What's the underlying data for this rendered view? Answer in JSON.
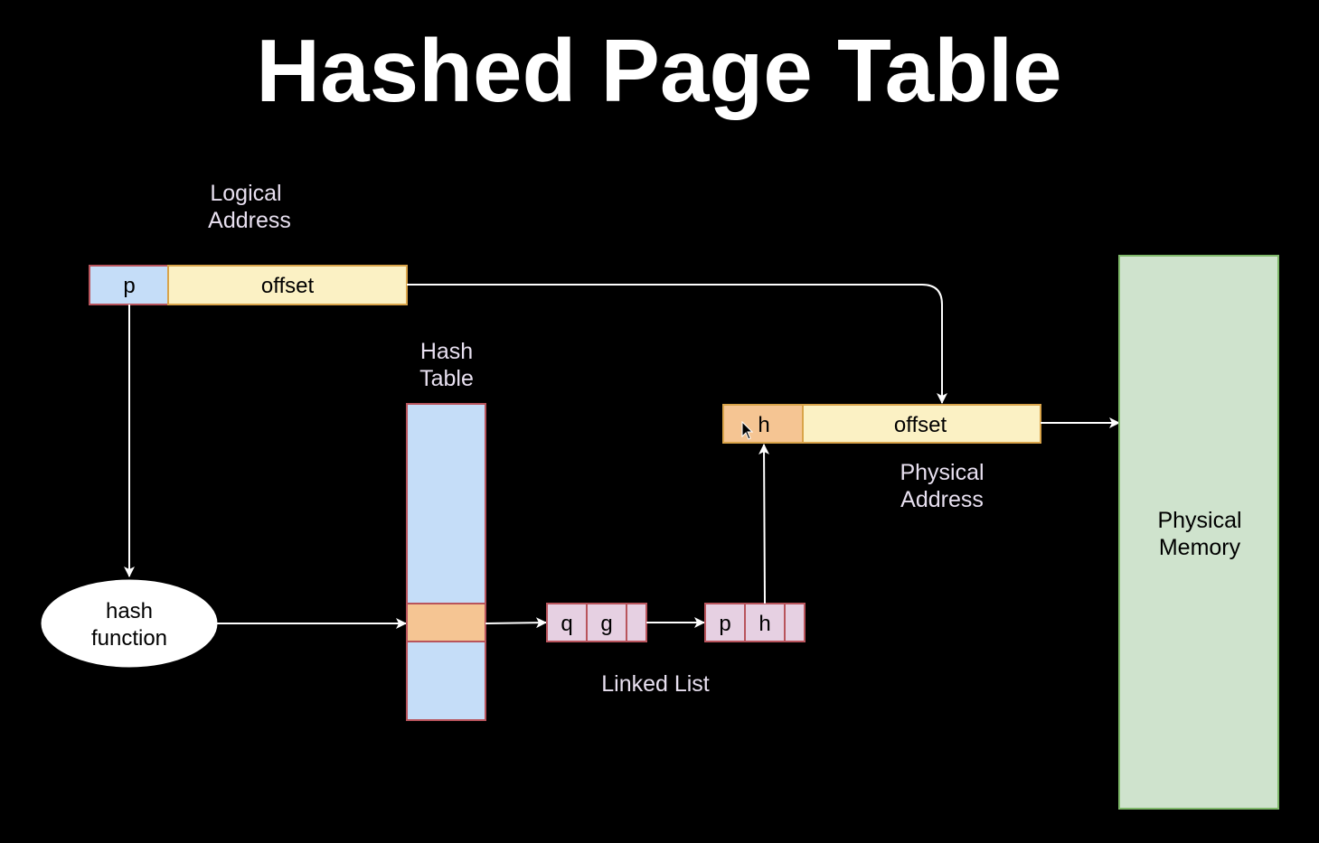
{
  "title": "Hashed Page Table",
  "logical_address": {
    "label_line1": "Logical",
    "label_line2": "Address",
    "page_field": "p",
    "offset_field": "offset"
  },
  "hash_function": {
    "line1": "hash",
    "line2": "function"
  },
  "hash_table": {
    "label_line1": "Hash",
    "label_line2": "Table"
  },
  "linked_list": {
    "label": "Linked List",
    "node1": {
      "key": "q",
      "value": "g"
    },
    "node2": {
      "key": "p",
      "value": "h"
    }
  },
  "physical_address": {
    "label_line1": "Physical",
    "label_line2": "Address",
    "frame_field": "h",
    "offset_field": "offset"
  },
  "physical_memory": {
    "label_line1": "Physical",
    "label_line2": "Memory"
  },
  "colors": {
    "background": "#000000",
    "text_on_dark": "#ffffff",
    "label_text": "#e8e0f0",
    "blue_fill": "#c5ddf8",
    "yellow_fill": "#fbf1c4",
    "orange_fill": "#f5c593",
    "pink_fill": "#e6d0e2",
    "green_fill": "#cfe3cd",
    "green_stroke": "#7fb86a",
    "red_stroke": "#b8545c",
    "orange_stroke": "#d9a44a",
    "arrow": "#ffffff"
  }
}
